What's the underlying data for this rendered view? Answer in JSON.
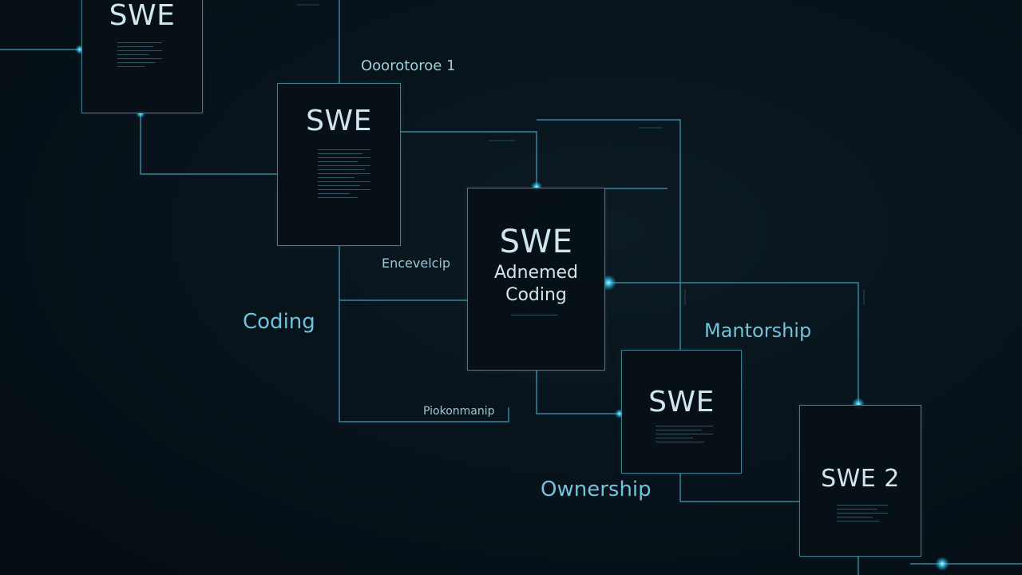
{
  "cards": {
    "card1": {
      "title": "SWE"
    },
    "card2": {
      "title": "SWE"
    },
    "card3": {
      "title": "SWE",
      "sub1": "Adnemed",
      "sub2": "Coding"
    },
    "card4": {
      "title": "SWE"
    },
    "card5": {
      "title": "SWE 2"
    }
  },
  "labels": {
    "top": "Ooorotoroe 1",
    "mid_small": "Encevelcip",
    "coding": "Coding",
    "mentorship": "Mantorship",
    "bottom_small": "Piokonmanip",
    "ownership": "Ownership"
  },
  "colors": {
    "wire": "#3a8fa8",
    "node": "#5fe3ff",
    "card_border": "#3f7f92",
    "text": "#cfe6ee"
  }
}
